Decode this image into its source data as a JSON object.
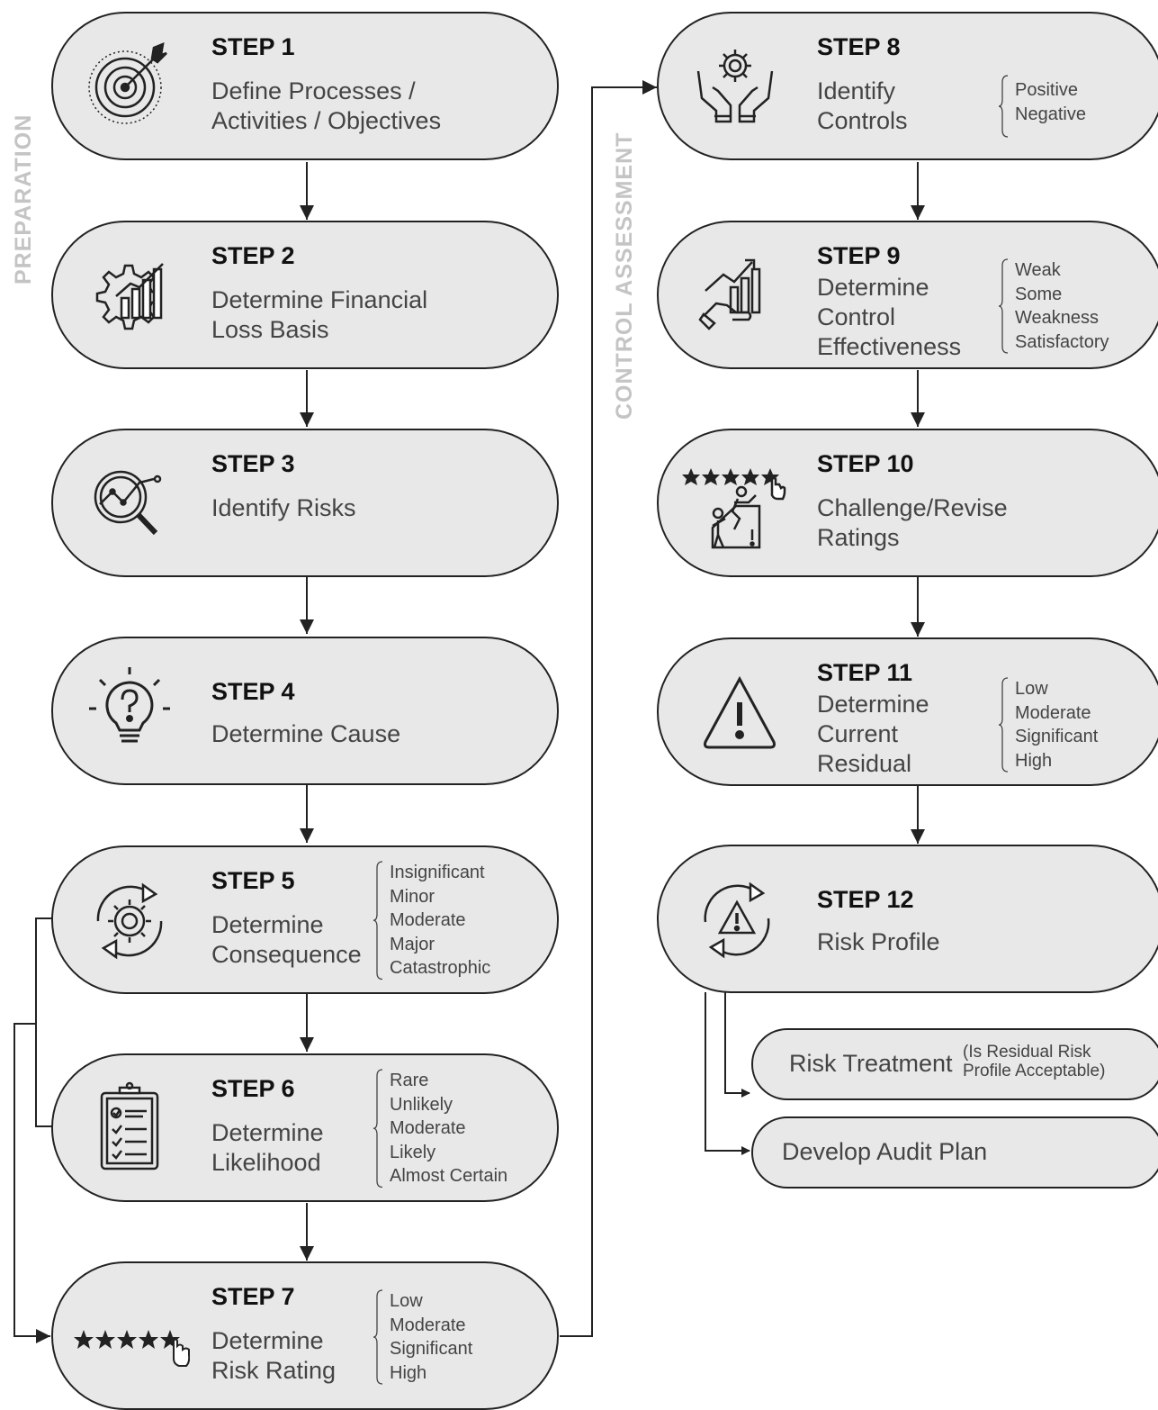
{
  "side_labels": {
    "preparation": "PREPARATION",
    "control_assessment": "CONTROL ASSESSMENT"
  },
  "steps": [
    {
      "title": "STEP 1",
      "desc": "Define Processes /\nActivities / Objectives",
      "icon": "target-icon",
      "options": []
    },
    {
      "title": "STEP 2",
      "desc": "Determine Financial\nLoss Basis",
      "icon": "gear-chart-icon",
      "options": []
    },
    {
      "title": "STEP 3",
      "desc": "Identify Risks",
      "icon": "magnifier-chart-icon",
      "options": []
    },
    {
      "title": "STEP 4",
      "desc": "Determine Cause",
      "icon": "question-bulb-icon",
      "options": []
    },
    {
      "title": "STEP 5",
      "desc": "Determine\nConsequence",
      "icon": "gear-cycle-icon",
      "options": [
        "Insignificant",
        "Minor",
        "Moderate",
        "Major",
        "Catastrophic"
      ]
    },
    {
      "title": "STEP 6",
      "desc": "Determine\nLikelihood",
      "icon": "clipboard-checklist-icon",
      "options": [
        "Rare",
        "Unlikely",
        "Moderate",
        "Likely",
        "Almost Certain"
      ]
    },
    {
      "title": "STEP 7",
      "desc": "Determine\nRisk Rating",
      "icon": "star-rating-icon",
      "options": [
        "Low",
        "Moderate",
        "Significant",
        "High"
      ]
    },
    {
      "title": "STEP 8",
      "desc": "Identify\nControls",
      "icon": "hands-gear-icon",
      "options": [
        "Positive",
        "Negative"
      ]
    },
    {
      "title": "STEP 9",
      "desc": "Determine\nControl\nEffectiveness",
      "icon": "hand-growth-chart-icon",
      "options": [
        "Weak",
        "Some",
        "Weakness",
        "Satisfactory"
      ]
    },
    {
      "title": "STEP 10",
      "desc": "Challenge/Revise\nRatings",
      "icon": "rating-climb-icon",
      "options": []
    },
    {
      "title": "STEP 11",
      "desc": "Determine\nCurrent\nResidual",
      "icon": "warning-triangle-icon",
      "options": [
        "Low",
        "Moderate",
        "Significant",
        "High"
      ]
    },
    {
      "title": "STEP 12",
      "desc": "Risk Profile",
      "icon": "warning-cycle-icon",
      "options": []
    }
  ],
  "outcomes": {
    "risk_treatment": {
      "label": "Risk Treatment",
      "note": "(Is Residual Risk\nProfile Acceptable)"
    },
    "audit_plan": {
      "label": "Develop Audit Plan"
    }
  }
}
